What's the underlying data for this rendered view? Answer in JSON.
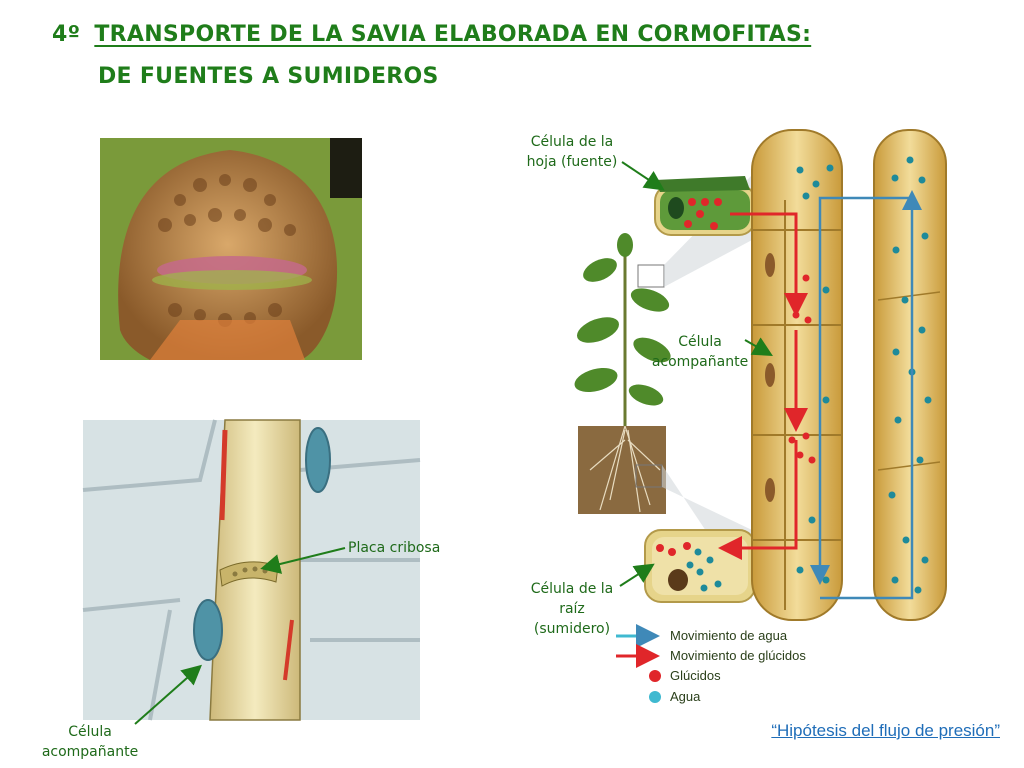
{
  "title": {
    "number": "4º",
    "main": "TRANSPORTE DE LA SAVIA ELABORADA EN CORMOFITAS:",
    "sub": "DE FUENTES A SUMIDEROS"
  },
  "labels": {
    "leaf_cell": [
      "Célula de la",
      "hoja (fuente)"
    ],
    "companion_cell_right": [
      "Célula",
      "acompañante"
    ],
    "root_cell": [
      "Célula de la",
      "raíz",
      "(sumidero)"
    ],
    "sieve_plate": "Placa cribosa",
    "companion_cell_left": [
      "Célula",
      "acompañante"
    ]
  },
  "legend": [
    {
      "text": "Movimiento de agua",
      "symbol": "arrow",
      "color": "#3fb9d0"
    },
    {
      "text": "Movimiento de glúcidos",
      "symbol": "arrow",
      "color": "#e0262a"
    },
    {
      "text": "Glúcidos",
      "symbol": "dot",
      "color": "#e0262a"
    },
    {
      "text": "Agua",
      "symbol": "dot",
      "color": "#3fb9d0"
    }
  ],
  "footer_link": "“Hipótesis del flujo de presión”",
  "colors": {
    "title_green": "#1f7d1a",
    "label_green": "#1f6a1a",
    "link_blue": "#1f6db8"
  }
}
